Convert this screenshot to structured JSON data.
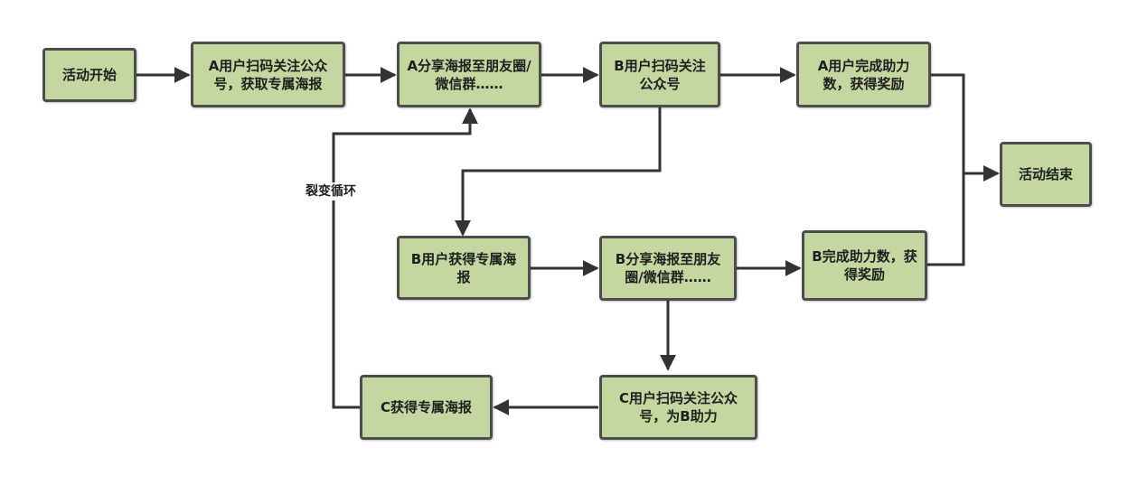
{
  "nodes": {
    "start": "活动开始",
    "a_scan": "A用户扫码关注公众号，获取专属海报",
    "a_share": "A分享海报至朋友圈/微信群……",
    "b_scan": "B用户扫码关注公众号",
    "a_complete": "A用户完成助力数，获得奖励",
    "end": "活动结束",
    "b_poster": "B用户获得专属海报",
    "b_share": "B分享海报至朋友圈/微信群……",
    "b_complete": "B完成助力数，获得奖励",
    "c_scan": "C用户扫码关注公众号，为B助力",
    "c_poster": "C获得专属海报"
  },
  "edge_labels": {
    "fission_loop": "裂变循环"
  }
}
